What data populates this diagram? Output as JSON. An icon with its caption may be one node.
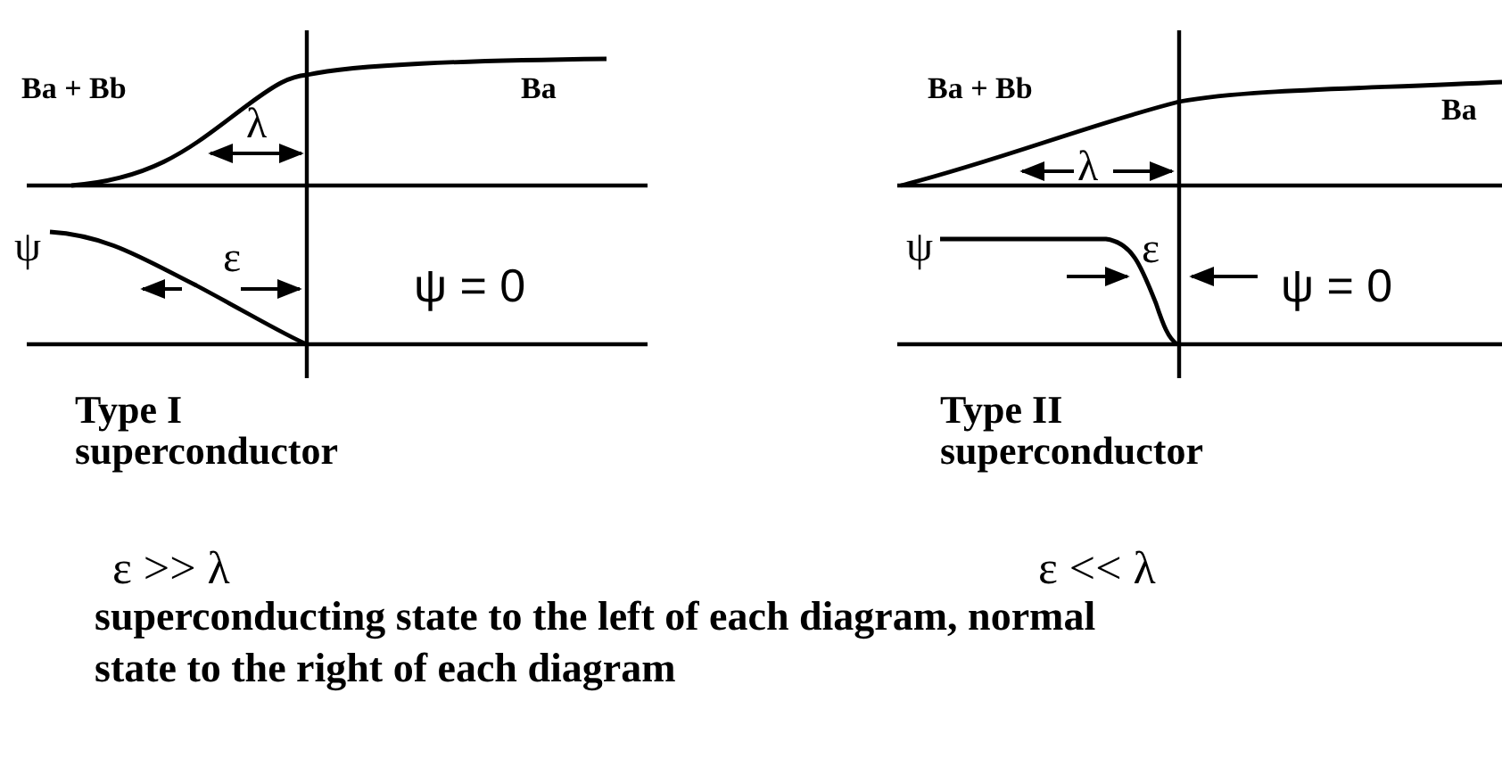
{
  "diagram": {
    "caption": "superconducting state to the left of each diagram, normal state to the right of each diagram",
    "labels": [
      "Ba + Bb",
      "Ba",
      "λ",
      "ψ",
      "ε",
      "ψ = 0",
      "Ba + Bb",
      "Ba",
      "λ",
      "ψ",
      "ε",
      "ψ = 0",
      "Type I superconductor",
      "Type II superconductor",
      "ε >> λ",
      "ε << λ"
    ]
  }
}
